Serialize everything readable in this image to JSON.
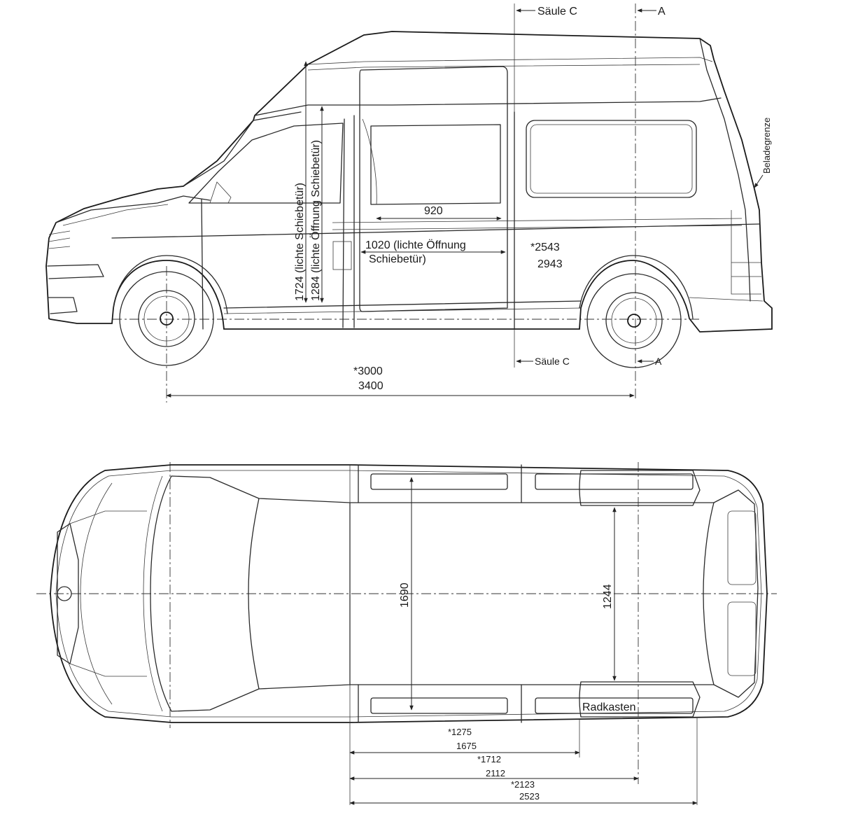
{
  "side_view": {
    "saeule_c_top": "Säule C",
    "marker_a_top": "A",
    "saeule_c_bottom": "Säule C",
    "marker_a_bottom": "A",
    "beladegrenze": "Beladegrenze",
    "dim_1724": "1724 (lichte Schiebetür)",
    "dim_1284": "1284 (lichte Öffnung Schiebetür)",
    "dim_920": "920",
    "dim_1020_line1": "1020 (lichte Öffnung",
    "dim_1020_line2": "Schiebetür)",
    "dim_2543": "*2543",
    "dim_2943": "2943",
    "dim_3000": "*3000",
    "dim_3400": "3400"
  },
  "top_view": {
    "dim_1690": "1690",
    "dim_1244": "1244",
    "radkasten": "Radkasten",
    "dim_1275": "*1275",
    "dim_1675": "1675",
    "dim_1712": "*1712",
    "dim_2112": "2112",
    "dim_2123": "*2123",
    "dim_2523": "2523"
  }
}
